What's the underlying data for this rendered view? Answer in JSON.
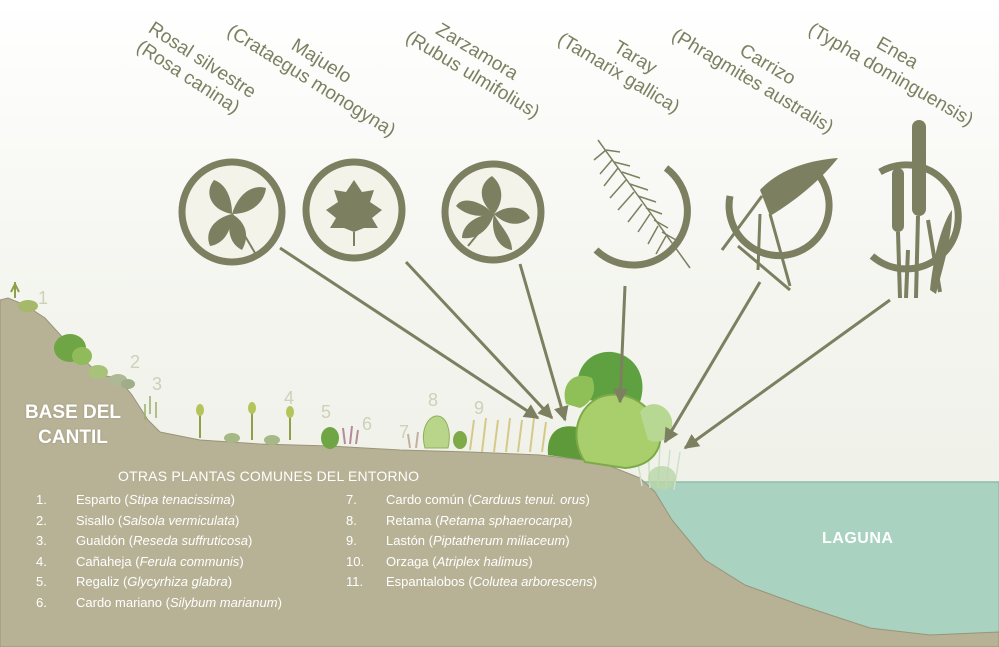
{
  "colors": {
    "soil": "#b7b195",
    "soil_edge": "#9a9478",
    "lake": "#a9d2c0",
    "lake_edge": "#8fbcaa",
    "icon": "#7c8060",
    "icon_fill": "#f4f3ea",
    "leaf": "#7c8060",
    "shrub_dark": "#5f9a3a",
    "shrub_light": "#a8cf6c"
  },
  "species": [
    {
      "common": "Rosal silvestre",
      "scientific": "(Rosa canina)",
      "icon": "rose-leaf-icon"
    },
    {
      "common": "Majuelo",
      "scientific": "(Crataegus monogyna)",
      "icon": "hawthorn-leaf-icon"
    },
    {
      "common": "Zarzamora",
      "scientific": "(Rubus ulmifolius)",
      "icon": "bramble-leaf-icon"
    },
    {
      "common": "Taray",
      "scientific": "(Tamarix gallica)",
      "icon": "tamarisk-icon"
    },
    {
      "common": "Carrizo",
      "scientific": "(Phragmites australis)",
      "icon": "reed-icon"
    },
    {
      "common": "Enea",
      "scientific": "(Typha dominguensis)",
      "icon": "cattail-icon"
    }
  ],
  "labels": {
    "base": "BASE DEL CANTIL",
    "lake": "LAGUNA"
  },
  "numbers": [
    "1",
    "2",
    "3",
    "4",
    "5",
    "6",
    "7",
    "8",
    "9"
  ],
  "legend": {
    "title": "OTRAS PLANTAS COMUNES DEL ENTORNO",
    "items": [
      {
        "n": "1.",
        "common": "Esparto",
        "scientific": "Stipa tenacissima"
      },
      {
        "n": "2.",
        "common": "Sisallo",
        "scientific": "Salsola vermiculata"
      },
      {
        "n": "3.",
        "common": "Gualdón",
        "scientific": "Reseda suffruticosa"
      },
      {
        "n": "4.",
        "common": "Cañaheja",
        "scientific": "Ferula communis"
      },
      {
        "n": "5.",
        "common": "Regaliz",
        "scientific": "Glycyrhiza glabra"
      },
      {
        "n": "6.",
        "common": "Cardo mariano",
        "scientific": "Silybum marianum"
      },
      {
        "n": "7.",
        "common": "Cardo común",
        "scientific": "Carduus tenui. orus"
      },
      {
        "n": "8.",
        "common": "Retama",
        "scientific": "Retama sphaerocarpa"
      },
      {
        "n": "9.",
        "common": "Lastón",
        "scientific": "Piptatherum miliaceum"
      },
      {
        "n": "10.",
        "common": "Orzaga",
        "scientific": "Atriplex halimus"
      },
      {
        "n": "11.",
        "common": "Espantalobos",
        "scientific": "Colutea arborescens"
      }
    ]
  }
}
